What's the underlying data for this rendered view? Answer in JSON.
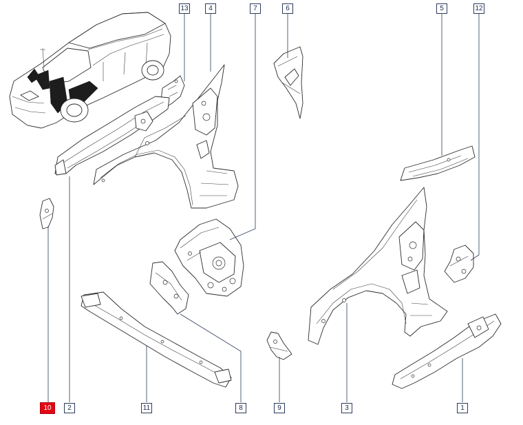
{
  "callouts": [
    {
      "id": "13",
      "label": "13",
      "active": false
    },
    {
      "id": "4",
      "label": "4",
      "active": false
    },
    {
      "id": "7",
      "label": "7",
      "active": false
    },
    {
      "id": "6",
      "label": "6",
      "active": false
    },
    {
      "id": "5",
      "label": "5",
      "active": false
    },
    {
      "id": "12",
      "label": "12",
      "active": false
    },
    {
      "id": "10",
      "label": "10",
      "active": true
    },
    {
      "id": "2",
      "label": "2",
      "active": false
    },
    {
      "id": "11",
      "label": "11",
      "active": false
    },
    {
      "id": "8",
      "label": "8",
      "active": false
    },
    {
      "id": "9",
      "label": "9",
      "active": false
    },
    {
      "id": "3",
      "label": "3",
      "active": false
    },
    {
      "id": "1",
      "label": "1",
      "active": false
    }
  ],
  "colors": {
    "active_callout": "#e30613",
    "callout_border": "#2a3a5a",
    "line_art": "#2a2a2a"
  },
  "icons": {
    "car": "car-overview-icon"
  }
}
